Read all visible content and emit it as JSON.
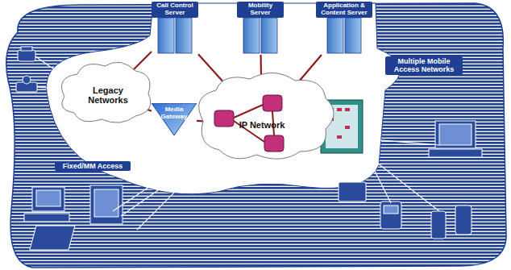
{
  "diagram": {
    "nodes": [
      {
        "text": [
          "Call Control Server"
        ]
      },
      {
        "text": [
          "Mobility Server"
        ]
      },
      {
        "text": [
          "Application & Content Server"
        ]
      },
      {
        "text": [
          "Legacy Networks"
        ]
      },
      {
        "text": [
          "Media Gateway"
        ]
      },
      {
        "text": [
          "IP Network"
        ]
      }
    ],
    "edges": [
      {
        "from": 0,
        "to": 3,
        "arrow": "none"
      },
      {
        "from": 0,
        "to": 5,
        "arrow": "none"
      },
      {
        "from": 1,
        "to": 5,
        "arrow": "none"
      },
      {
        "from": 2,
        "to": 5,
        "arrow": "none"
      },
      {
        "from": 3,
        "to": 4,
        "arrow": "none"
      },
      {
        "from": 4,
        "to": 5,
        "arrow": "none"
      }
    ],
    "labels": [
      "Fixed/MM Access",
      "Multiple Mobile Access Networks"
    ]
  }
}
